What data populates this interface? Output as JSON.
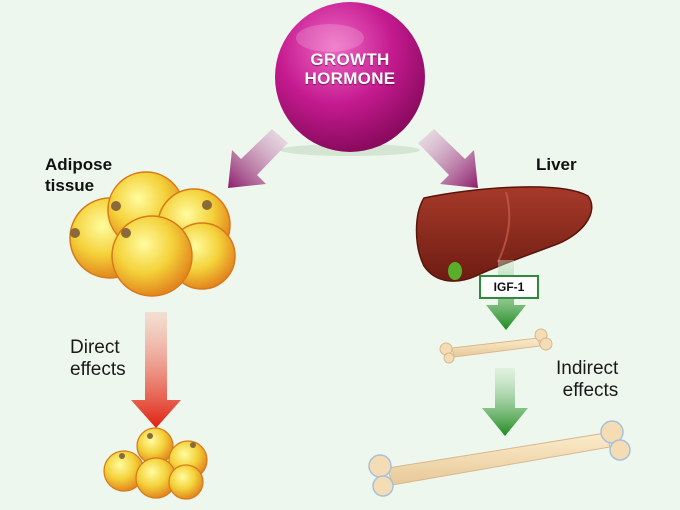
{
  "center": {
    "label_line1": "GROWTH",
    "label_line2": "HORMONE"
  },
  "left": {
    "title_line1": "Adipose",
    "title_line2": "tissue",
    "effect_line1": "Direct",
    "effect_line2": "effects"
  },
  "right": {
    "title": "Liver",
    "igf_label": "IGF-1",
    "effect_line1": "Indirect",
    "effect_line2": "effects"
  },
  "icons": [
    "growth-hormone-sphere",
    "adipose-cells-icon",
    "liver-icon",
    "bone-icon",
    "arrow-icon"
  ],
  "colors": {
    "hormone": "#b3127f",
    "arrow_purple": "#8c1d6b",
    "arrow_red": "#e02010",
    "arrow_green": "#1e8a1e",
    "fat_cell": "#f4d23a",
    "liver": "#8e2a1e",
    "bone": "#f4dcb4",
    "background": "#eef7ee"
  }
}
